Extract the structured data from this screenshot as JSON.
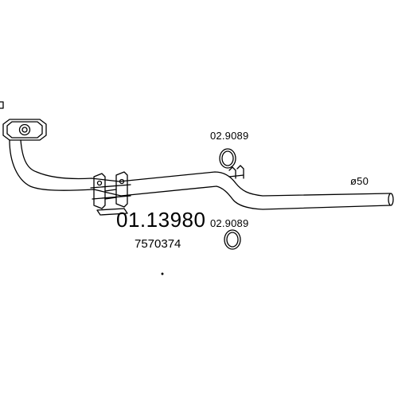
{
  "diagram": {
    "part_number": "01.13980",
    "oem_number": "7570374",
    "gasket_top": "02.9089",
    "gasket_bottom": "02.9089",
    "diameter": "ø50"
  }
}
